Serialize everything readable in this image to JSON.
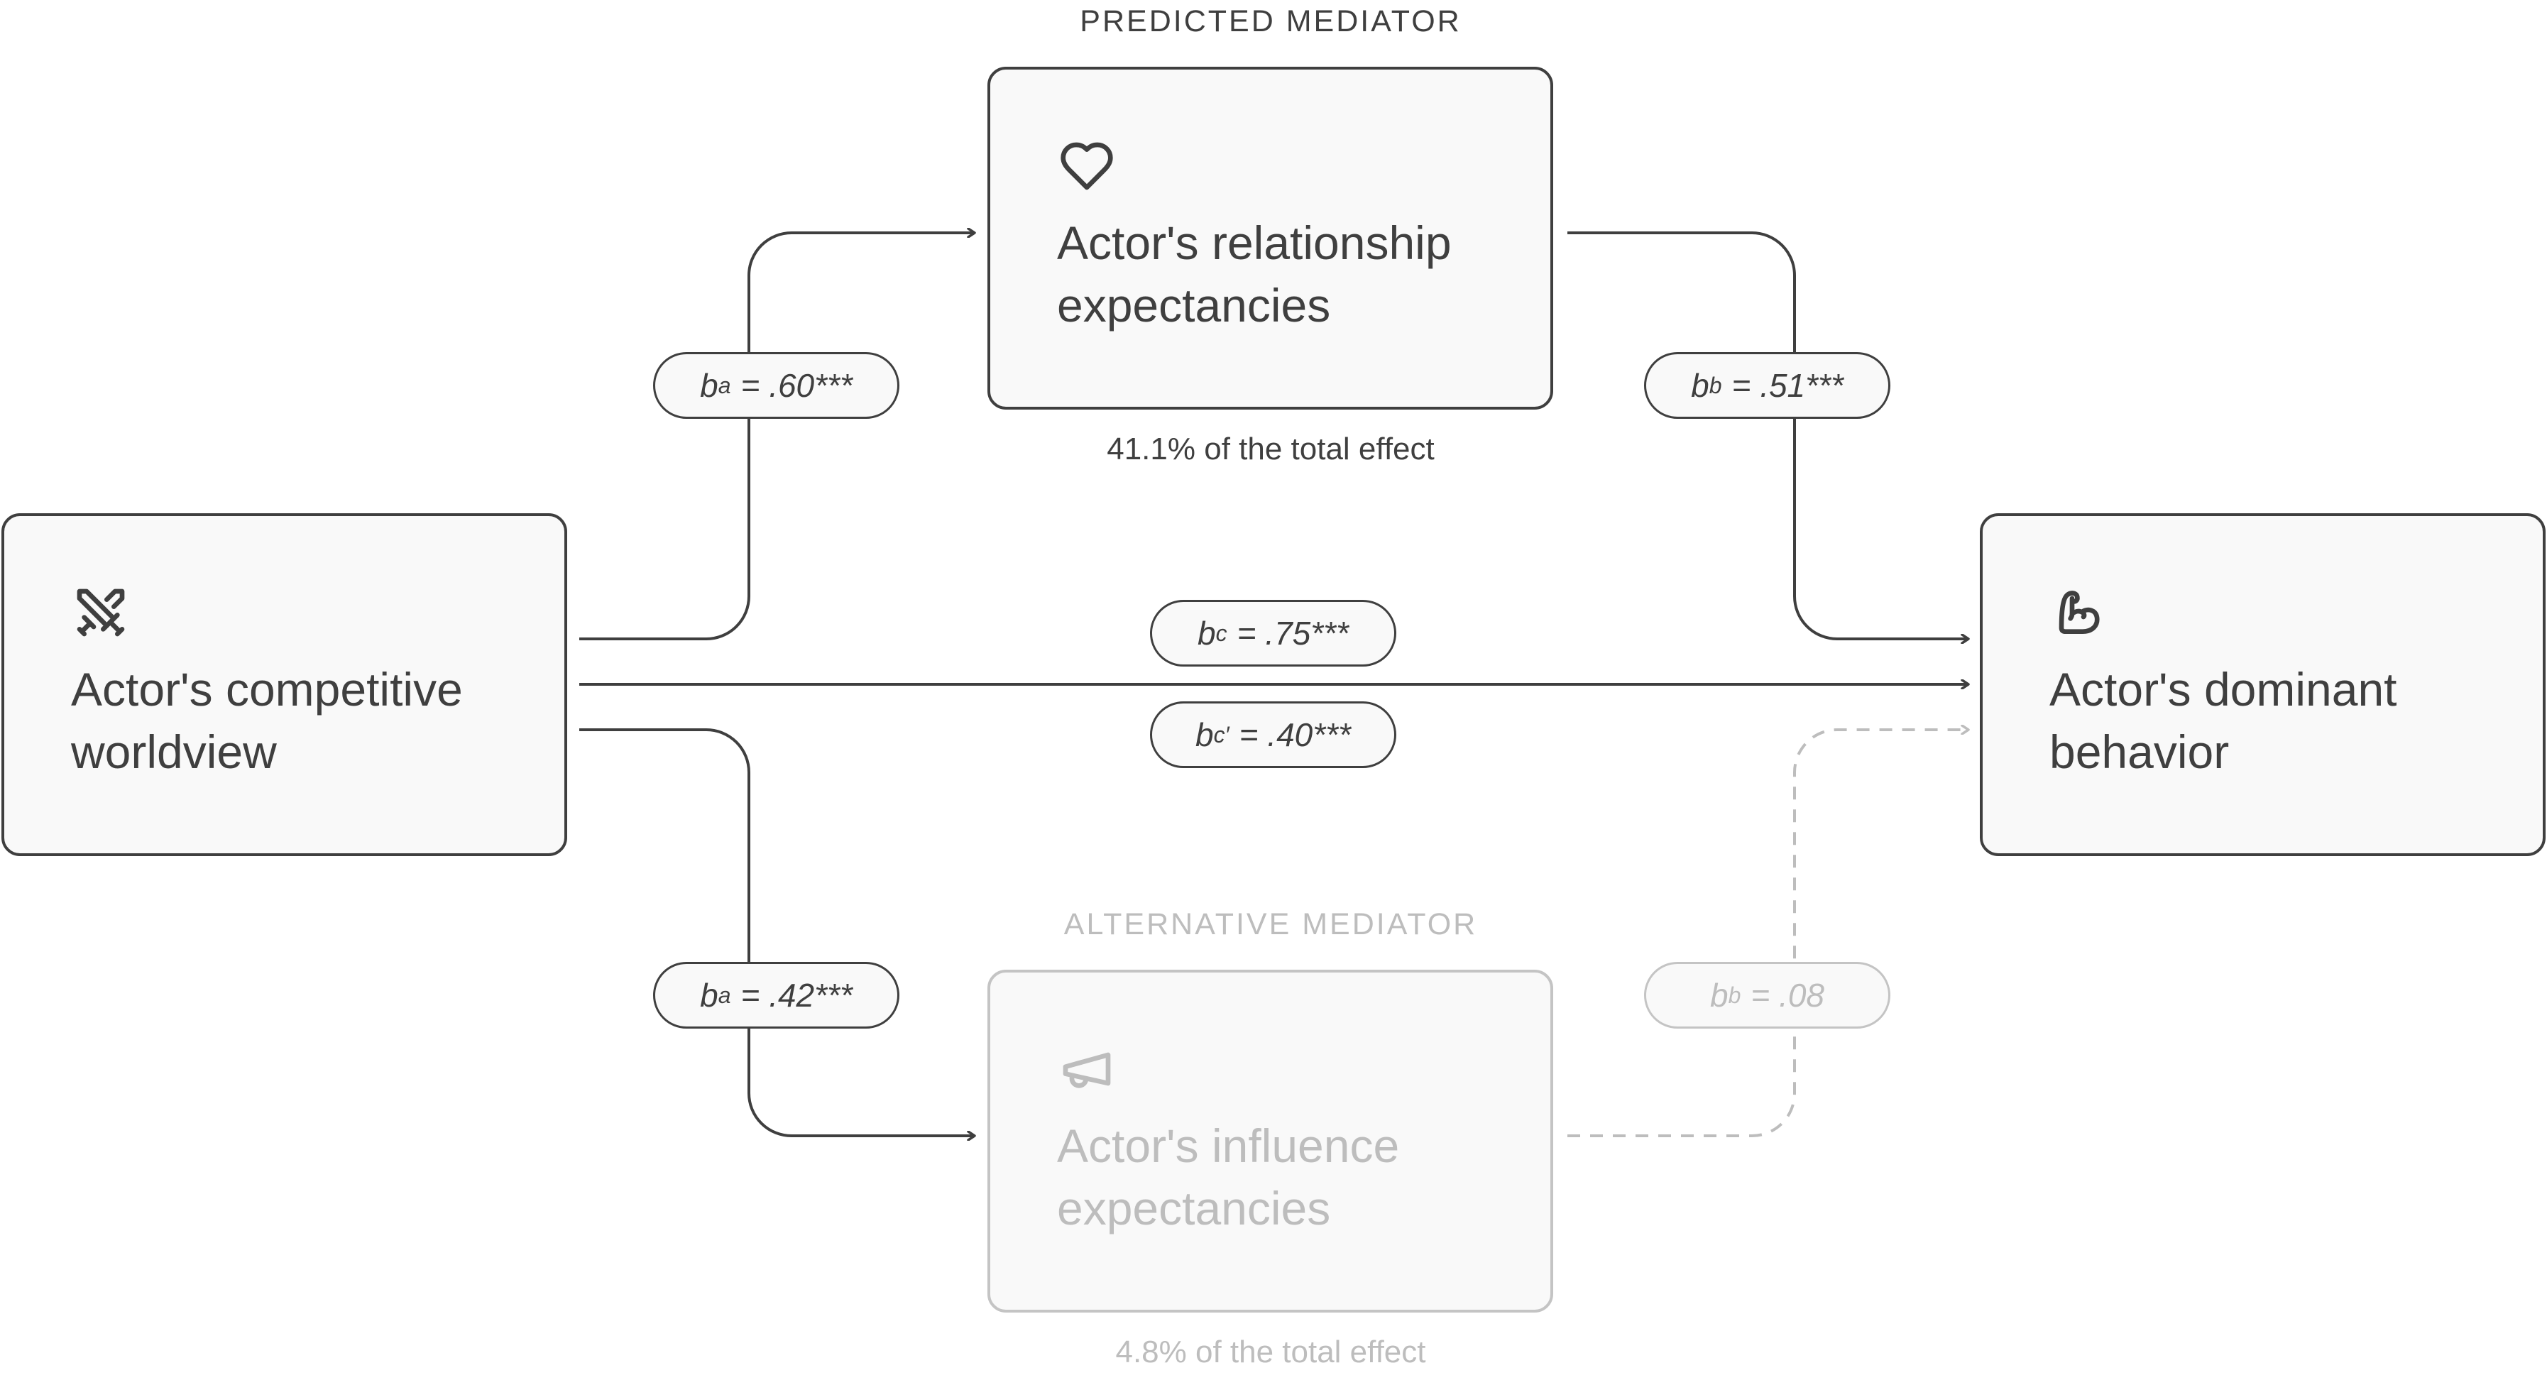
{
  "diagram": {
    "type": "mediation-model",
    "colors": {
      "active": "#3f3f3f",
      "faded": "#bdbdbd",
      "box_fill": "#f9f9f9"
    },
    "nodes": {
      "predictor": {
        "icon": "crossed-swords-icon",
        "label": "Actor's competitive worldview"
      },
      "outcome": {
        "icon": "flexed-bicep-icon",
        "label": "Actor's dominant behavior"
      },
      "predicted_mediator": {
        "group_label": "PREDICTED MEDIATOR",
        "icon": "heart-icon",
        "label": "Actor's relationship expectancies",
        "effect_share": "41.1% of the total effect"
      },
      "alternative_mediator": {
        "group_label": "ALTERNATIVE MEDIATOR",
        "icon": "megaphone-icon",
        "label": "Actor's influence expectancies",
        "effect_share": "4.8% of the total effect"
      }
    },
    "paths": {
      "a_predicted": {
        "coef": "b",
        "sub": "a",
        "value": "= .60***",
        "significant": true
      },
      "b_predicted": {
        "coef": "b",
        "sub": "b",
        "value": "= .51***",
        "significant": true
      },
      "c_total": {
        "coef": "b",
        "sub": "c",
        "value": "= .75***",
        "significant": true
      },
      "c_direct": {
        "coef": "b",
        "sub": "c′",
        "value": "= .40***",
        "significant": true
      },
      "a_alternative": {
        "coef": "b",
        "sub": "a",
        "value": "= .42***",
        "significant": true
      },
      "b_alternative": {
        "coef": "b",
        "sub": "b",
        "value": "= .08",
        "significant": false
      }
    }
  }
}
